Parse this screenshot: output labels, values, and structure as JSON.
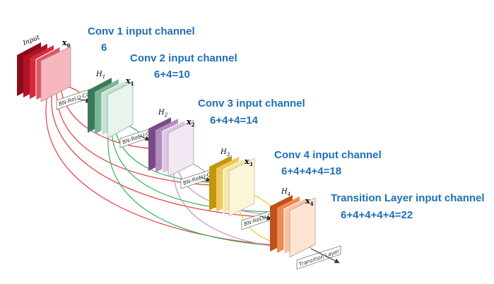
{
  "diagram": {
    "input_label": "Input",
    "x_labels": [
      "x",
      "x",
      "x",
      "x",
      "x"
    ],
    "x_subscripts": [
      "0",
      "1",
      "2",
      "3",
      "4"
    ],
    "h_labels": [
      "H",
      "H",
      "H",
      "H"
    ],
    "h_subscripts": [
      "1",
      "2",
      "3",
      "4"
    ],
    "op_label": "BN-ReLU-Conv",
    "transition_label": "Transition Layer"
  },
  "annotations": [
    {
      "title": "Conv 1 input channel",
      "formula": "6"
    },
    {
      "title": "Conv 2 input channel",
      "formula": "6+4=10"
    },
    {
      "title": "Conv 3 input channel",
      "formula": "6+4+4=14"
    },
    {
      "title": "Conv 4 input channel",
      "formula": "6+4+4+4=18"
    },
    {
      "title": "Transition Layer input channel",
      "formula": "6+4+4+4+4=22"
    }
  ],
  "colors": {
    "annotation_text": "#1f6fb5",
    "input_block": [
      "#8b0a1a",
      "#b01226",
      "#d42a3c",
      "#f2a7ae"
    ],
    "block_1": [
      "#3a7a5a",
      "#79b597",
      "#c6e2d2",
      "#e8f4ec"
    ],
    "block_2": [
      "#7a4a86",
      "#b48cc0",
      "#dcc8e3",
      "#f1e8f4"
    ],
    "block_3": [
      "#c4960e",
      "#ecc95a",
      "#f7e7a9",
      "#fcf5d8"
    ],
    "block_4": [
      "#c2501a",
      "#ee8a55",
      "#f7c3a5",
      "#fde4d3"
    ],
    "connection_red": "#e8383f",
    "connection_green": "#2fb55a",
    "connection_purple": "#c38ec8",
    "connection_yellow": "#f2c320"
  }
}
